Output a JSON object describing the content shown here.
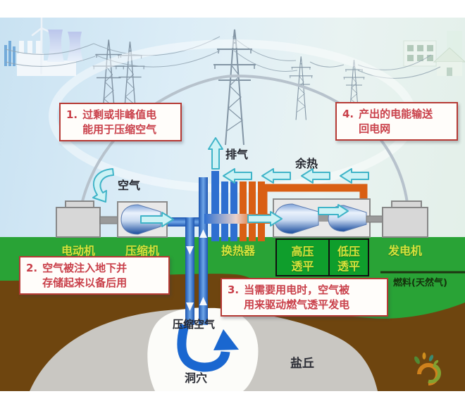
{
  "steps": [
    {
      "num": "1.",
      "line1": "过剩或非峰值电",
      "line2": "能用于压缩空气"
    },
    {
      "num": "2.",
      "line1": "空气被注入地下并",
      "line2": "存储起来以备后用"
    },
    {
      "num": "3.",
      "line1": "当需要用电时，空气被",
      "line2": "用来驱动燃气透平发电"
    },
    {
      "num": "4.",
      "line1": "产出的电能输送",
      "line2": "回电网"
    }
  ],
  "flows": {
    "air": "空气",
    "exhaust": "排气",
    "waste_heat": "余热",
    "compressed_air": "压缩空气"
  },
  "equipment": {
    "motor": "电动机",
    "compressor": "压缩机",
    "heat_exchanger": "换热器",
    "hp_turbine_line1": "高压",
    "hp_turbine_line2": "透平",
    "lp_turbine_line1": "低压",
    "lp_turbine_line2": "透平",
    "generator": "发电机"
  },
  "underground": {
    "cavern": "洞穴",
    "salt_dome": "盐丘",
    "fuel": "燃料(天然气)"
  },
  "colors": {
    "annotation_red": "#c9404a",
    "ground_green": "#29a336",
    "turbine_box_green": "#0f9e2c",
    "earth_brown": "#6e450f",
    "salt_gray": "#c9c7c2",
    "pipe_blue": "#2e6fd0",
    "pipe_orange": "#d95f14",
    "arrow_cyan": "#cdf2f5",
    "label_yellow": "#d7e23c"
  }
}
